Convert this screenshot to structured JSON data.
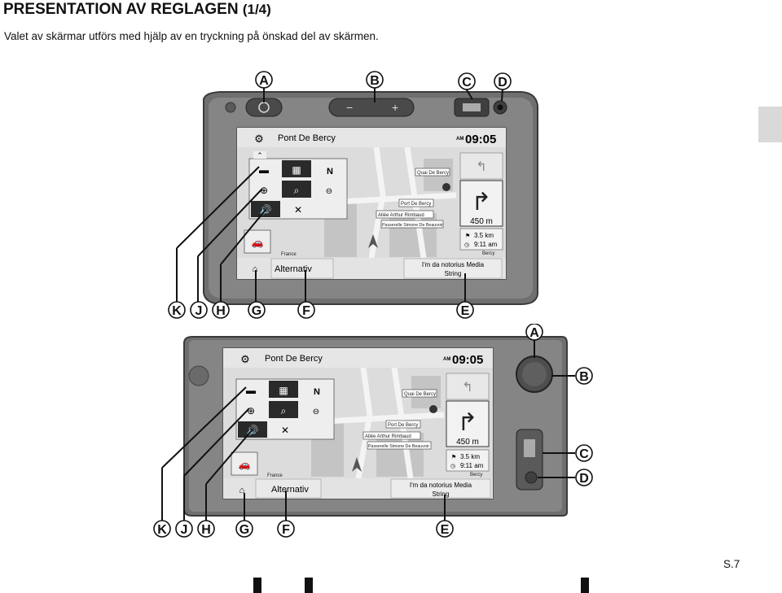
{
  "header": {
    "title": "PRESENTATION AV REGLAGEN",
    "page_indicator": "(1/4)",
    "subtitle": "Valet av skärmar utförs med hjälp av en tryckning på önskad del av skärmen."
  },
  "screen": {
    "location": "Pont De Bercy",
    "clock_ampm": "AM",
    "clock_time": "09:05",
    "streets": [
      "Quai De Bercy",
      "Port De Bercy",
      "Allée Arthur Rimbaud",
      "Passerelle Simone De Beauvoir",
      "France",
      "Bercy"
    ],
    "turn_distance": "450 m",
    "trip_distance": "3.5 km",
    "eta_time": "9:11 am",
    "options_label": "Alternativ",
    "media_line1": "I'm da notorius Media",
    "media_line2": "String",
    "compass_label": "N"
  },
  "callouts_top": {
    "A": "A",
    "B": "B",
    "C": "C",
    "D": "D",
    "K": "K",
    "J": "J",
    "H": "H",
    "G": "G",
    "F": "F",
    "E": "E"
  },
  "callouts_bottom": {
    "A": "A",
    "B": "B",
    "C": "C",
    "D": "D",
    "K": "K",
    "J": "J",
    "H": "H",
    "G": "G",
    "F": "F",
    "E": "E"
  },
  "volume_labels": {
    "minus": "−",
    "plus": "+"
  },
  "footer": {
    "page_number": "S.7"
  }
}
